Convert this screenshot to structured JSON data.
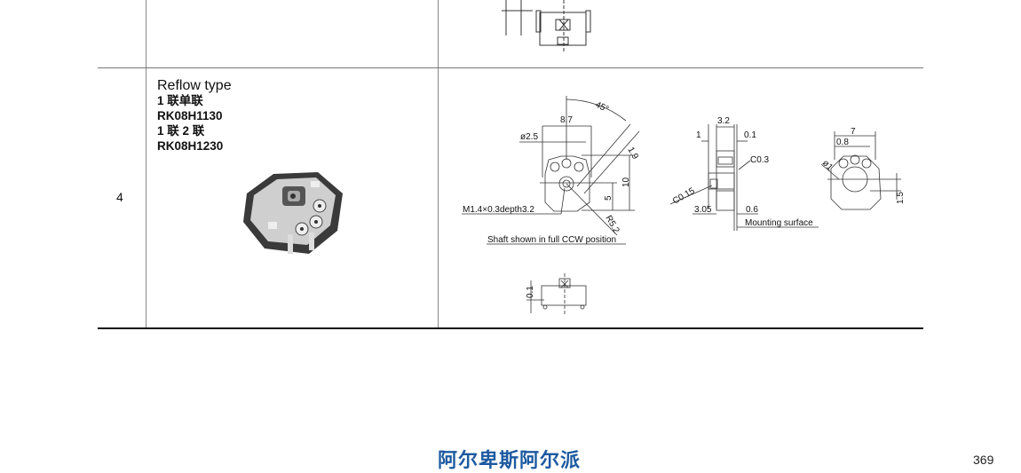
{
  "row": {
    "number": "4",
    "title": "Reflow type",
    "variant1_label": "1 联单联",
    "variant1_model": "RK08H1130",
    "variant2_label": "1 联 2 联",
    "variant2_model": "RK08H1230"
  },
  "drawing_front": {
    "angle": "45°",
    "width": "8.7",
    "shaft_dia": "ø2.5",
    "offset": "1.9",
    "height": "10",
    "center_height": "5",
    "thread": "M1.4×0.3depth3.2",
    "radius": "R5.2",
    "caption": "Shaft shown in full CCW position"
  },
  "drawing_side": {
    "depth": "3.2",
    "left": "1",
    "right": "0.1",
    "chamfer1": "C0.3",
    "chamfer2": "C0.15",
    "base": "3.05",
    "base_right": "0.6",
    "mounting": "Mounting surface"
  },
  "drawing_back": {
    "width": "7",
    "pitch": "0.8",
    "hole": "ø1",
    "height": "1.5"
  },
  "drawing_bottom": {
    "thickness": "0.1"
  },
  "footer": {
    "brand": "阿尔卑斯阿尔派",
    "page_number": "369"
  }
}
